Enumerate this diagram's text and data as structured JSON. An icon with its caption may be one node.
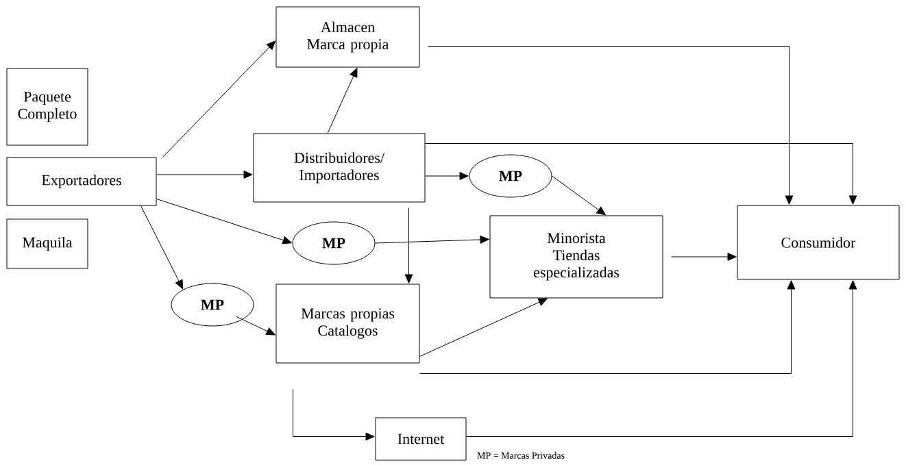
{
  "diagram": {
    "nodes": [
      {
        "text": [
          "Paquete Completo"
        ]
      },
      {
        "text": [
          "Exportadores"
        ]
      },
      {
        "text": [
          "Maquila"
        ]
      },
      {
        "text": [
          "Almacen Marca propia"
        ]
      },
      {
        "text": [
          "Distribuidores/ Importadores"
        ]
      },
      {
        "text": [
          "MP"
        ]
      },
      {
        "text": [
          "MP"
        ]
      },
      {
        "text": [
          "MP"
        ]
      },
      {
        "text": [
          "Minorista Tiendas especializadas"
        ]
      },
      {
        "text": [
          "Consumidor"
        ]
      },
      {
        "text": [
          "Marcas propias Catalogos"
        ]
      },
      {
        "text": [
          "Internet"
        ]
      }
    ],
    "edges": [
      {
        "from": 1,
        "to": 3,
        "arrow": "to"
      },
      {
        "from": 4,
        "to": 3,
        "arrow": "to"
      },
      {
        "from": 1,
        "to": 4,
        "arrow": "to"
      },
      {
        "from": 4,
        "to": 5,
        "arrow": "to"
      },
      {
        "from": 5,
        "to": 8,
        "arrow": "to"
      },
      {
        "from": 1,
        "to": 6,
        "arrow": "to"
      },
      {
        "from": 6,
        "to": 8,
        "arrow": "to"
      },
      {
        "from": 1,
        "to": 7,
        "arrow": "to"
      },
      {
        "from": 7,
        "to": 10,
        "arrow": "to"
      },
      {
        "from": 4,
        "to": 10,
        "arrow": "to"
      },
      {
        "from": 10,
        "to": 8,
        "arrow": "to"
      },
      {
        "from": 8,
        "to": 9,
        "arrow": "to"
      },
      {
        "from": 3,
        "to": 9,
        "arrow": "to"
      },
      {
        "from": 4,
        "to": 9,
        "arrow": "to"
      },
      {
        "from": 10,
        "to": 9,
        "arrow": "to"
      },
      {
        "from": 10,
        "to": 11,
        "arrow": "to"
      },
      {
        "from": 11,
        "to": 9,
        "arrow": "to"
      }
    ],
    "labels": [
      "MP = Marcas Privadas"
    ]
  }
}
